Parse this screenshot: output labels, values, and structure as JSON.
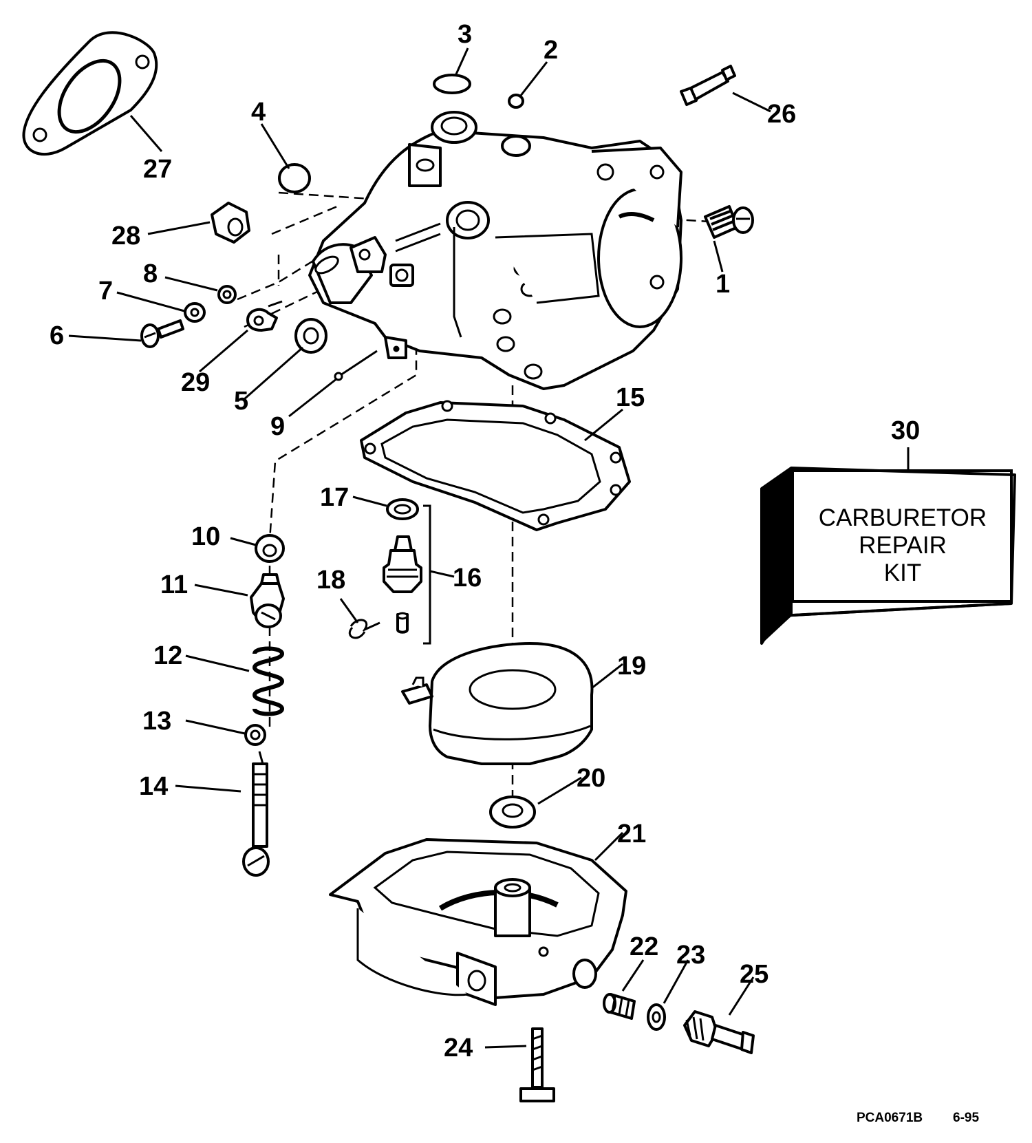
{
  "diagram": {
    "callouts": [
      "1",
      "2",
      "3",
      "4",
      "5",
      "6",
      "7",
      "8",
      "9",
      "10",
      "11",
      "12",
      "13",
      "14",
      "15",
      "16",
      "17",
      "18",
      "19",
      "20",
      "21",
      "22",
      "23",
      "24",
      "25",
      "26",
      "27",
      "28",
      "29",
      "30"
    ],
    "kit": {
      "line1": "CARBURETOR",
      "line2": "REPAIR",
      "line3": "KIT"
    },
    "footer": {
      "code": "PCA0671B",
      "date": "6-95"
    }
  }
}
